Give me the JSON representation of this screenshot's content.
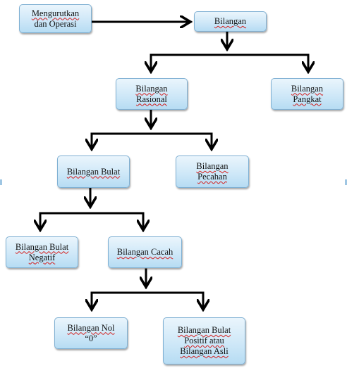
{
  "nodes": {
    "mengurutkan": {
      "line1": "Mengurutkan",
      "line2": "dan Operasi"
    },
    "bilangan": {
      "line1": "Bilangan"
    },
    "rasional": {
      "line1": "Bilangan",
      "line2": "Rasional"
    },
    "pangkat": {
      "line1": "Bilangan",
      "line2": "Pangkat"
    },
    "bulat": {
      "line1": "Bilangan Bulat"
    },
    "pecahan": {
      "line1": "Bilangan",
      "line2": "Pecahan"
    },
    "bulat_negatif": {
      "line1": "Bilangan Bulat",
      "line2": "Negatif"
    },
    "cacah": {
      "line1": "Bilangan Cacah"
    },
    "nol": {
      "line1": "Bilangan Nol",
      "line2": "“0”"
    },
    "bulat_positif": {
      "line1": "Bilangan Bulat",
      "line2": "Positif atau",
      "line3": "Bilangan Asli"
    }
  },
  "colors": {
    "box_border": "#7fb0d3",
    "box_fill": "#cfe8f8",
    "connector": "#000000",
    "spellcheck_underline": "#d32020"
  }
}
